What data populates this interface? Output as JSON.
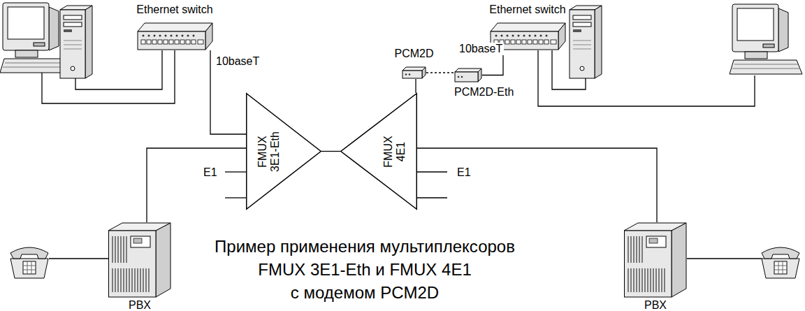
{
  "diagram": {
    "caption": "Пример применения мультиплексоров FMUX 3E1-Eth и FMUX 4E1 с модемом PCM2D",
    "nodes": [
      {
        "text": [
          "Ethernet switch"
        ]
      },
      {
        "text": [
          "FMUX 3E1-Eth"
        ]
      },
      {
        "text": [
          "FMUX 4E1"
        ]
      },
      {
        "text": [
          "PCM2D"
        ]
      },
      {
        "text": [
          "PCM2D-Eth"
        ]
      },
      {
        "text": [
          "Ethernet switch"
        ]
      },
      {
        "text": [
          "PBX"
        ]
      },
      {
        "text": [
          "PBX"
        ]
      }
    ],
    "edges": [
      {
        "from": 0,
        "to": 1,
        "label": "10baseT",
        "arrow": "none"
      },
      {
        "from": 1,
        "to": 2,
        "arrow": "none"
      },
      {
        "from": 2,
        "to": 3,
        "arrow": "none"
      },
      {
        "from": 3,
        "to": 4,
        "arrow": "none"
      },
      {
        "from": 4,
        "to": 5,
        "label": "10baseT",
        "arrow": "none"
      },
      {
        "from": 6,
        "to": 1,
        "arrow": "none"
      },
      {
        "from": 7,
        "to": 2,
        "arrow": "none"
      }
    ],
    "labels": [
      "E1",
      "E1"
    ]
  }
}
